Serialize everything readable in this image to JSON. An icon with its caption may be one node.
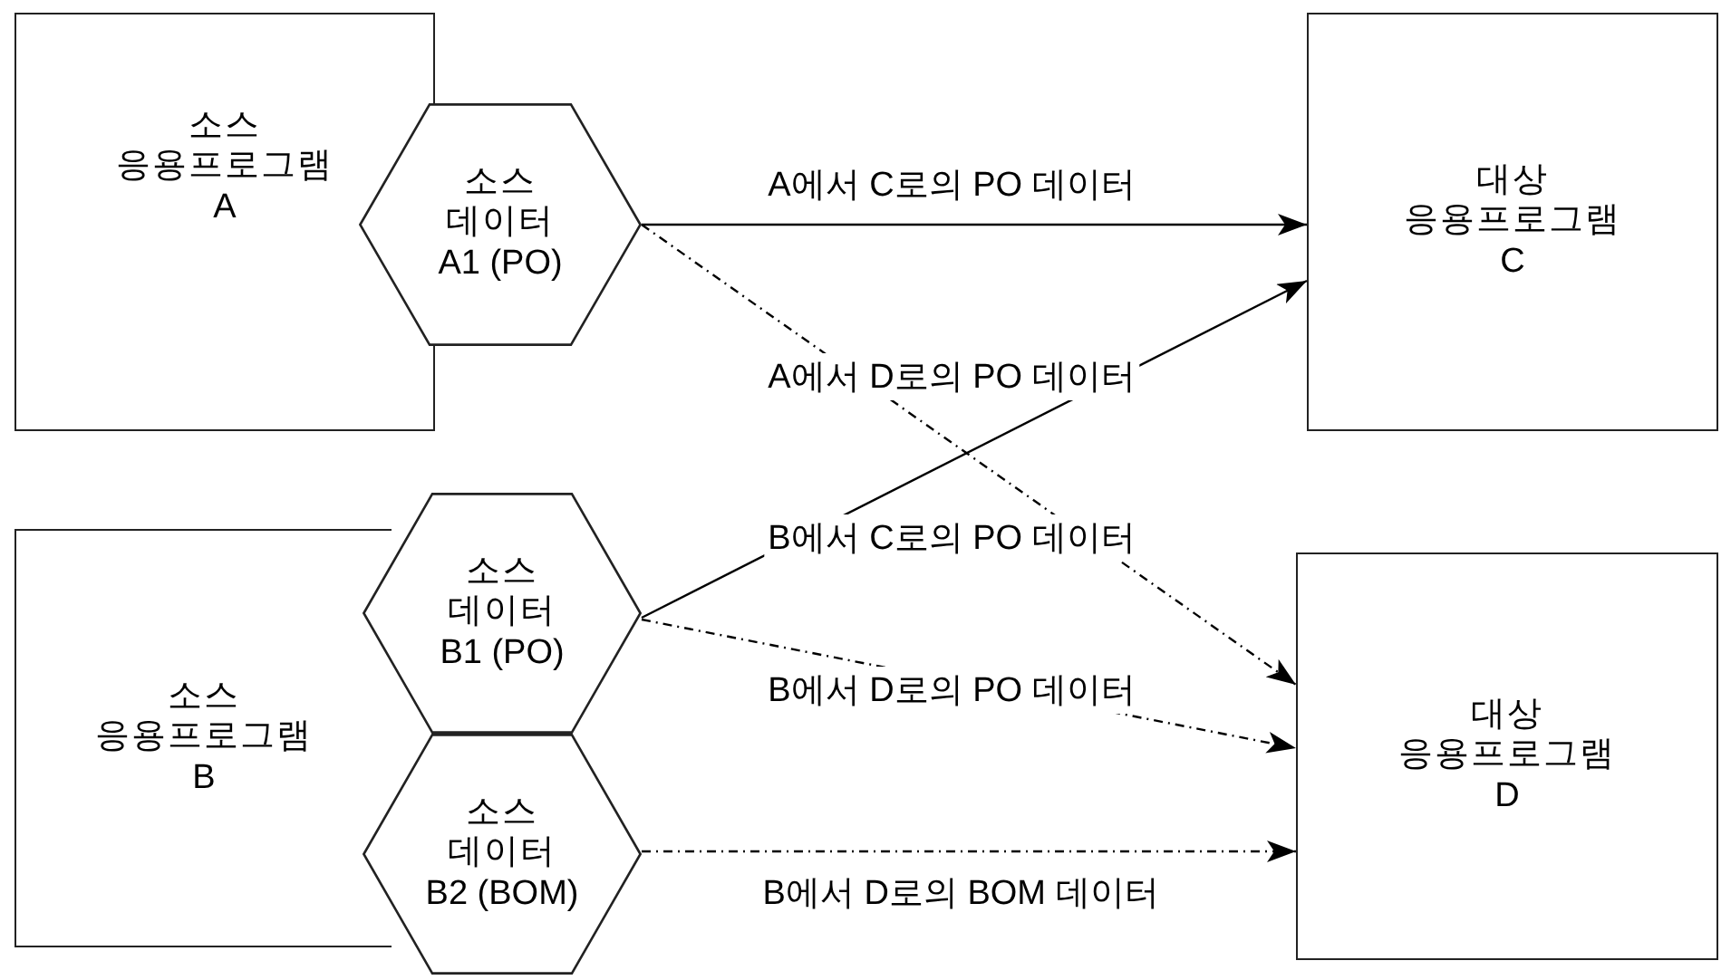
{
  "diagram": {
    "nodes": [
      {
        "text": [
          "소스 응용프로그램",
          "A"
        ]
      },
      {
        "text": [
          "소스 데이터",
          "A1 (PO)"
        ]
      },
      {
        "text": [
          "대상 응용프로그램",
          "C"
        ]
      },
      {
        "text": [
          "소스 응용프로그램",
          "B"
        ]
      },
      {
        "text": [
          "소스 데이터",
          "B1 (PO)"
        ]
      },
      {
        "text": [
          "대상 응용프로그램",
          "D"
        ]
      },
      {
        "text": [
          "소스 데이터",
          "B2 (BOM)"
        ]
      }
    ],
    "edges": [
      {
        "from": 1,
        "to": 2,
        "arrow": "to",
        "label": "A에서 C로의 PO 데이터"
      },
      {
        "from": 1,
        "to": 5,
        "arrow": "to",
        "label": "A에서 D로의 PO 데이터",
        "style": "dashed"
      },
      {
        "from": 4,
        "to": 2,
        "arrow": "to",
        "label": "B에서 C로의 PO 데이터"
      },
      {
        "from": 4,
        "to": 5,
        "arrow": "to",
        "label": "B에서 D로의 PO 데이터",
        "style": "dashed"
      },
      {
        "from": 6,
        "to": 5,
        "arrow": "to",
        "label": "B에서 D로의 BOM 데이터",
        "style": "dashed"
      }
    ]
  }
}
